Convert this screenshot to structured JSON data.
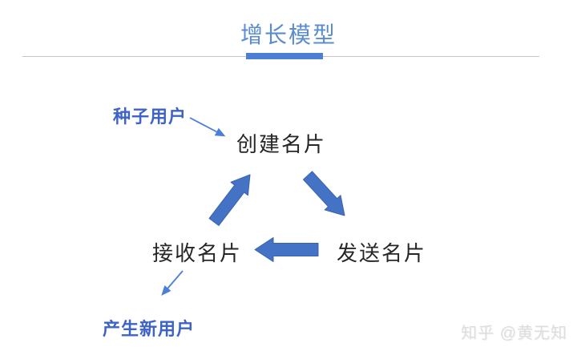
{
  "header": {
    "title": "增长模型"
  },
  "diagram": {
    "seed_label": "种子用户",
    "create_node": "创建名片",
    "receive_node": "接收名片",
    "send_node": "发送名片",
    "new_users_label": "产生新用户",
    "flow": [
      {
        "from": "种子用户",
        "to": "创建名片"
      },
      {
        "from": "创建名片",
        "to": "发送名片"
      },
      {
        "from": "发送名片",
        "to": "接收名片"
      },
      {
        "from": "接收名片",
        "to": "创建名片"
      },
      {
        "from": "接收名片",
        "to": "产生新用户"
      }
    ]
  },
  "watermark": {
    "text": "知乎 @黄无知"
  },
  "colors": {
    "title_text": "#5b8bd1",
    "title_underline": "#4c7fd4",
    "divider": "#c4c4c4",
    "highlight_text": "#3d63c8",
    "body_text": "#262626",
    "arrow_fill": "#4472c4",
    "arrow_stroke": "#3c63ae",
    "thin_arrow": "#4c7fd6",
    "watermark_text": "#dedede",
    "background": "#ffffff"
  }
}
